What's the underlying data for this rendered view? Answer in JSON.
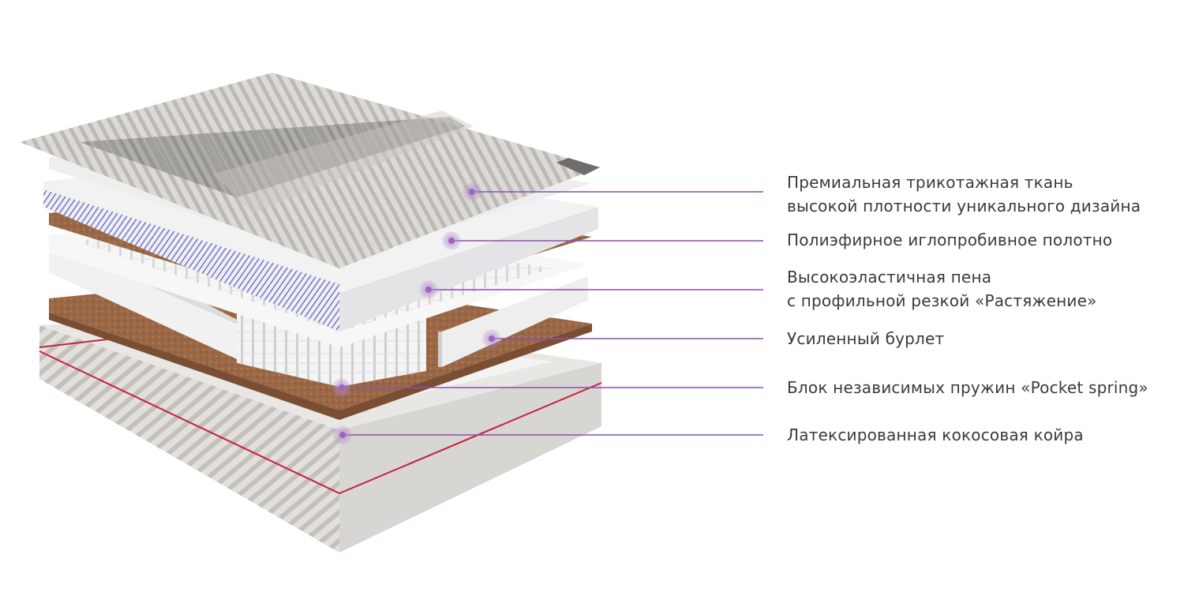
{
  "colors": {
    "accent": "#8a4fb0",
    "dot": "#b48ad0",
    "text": "#3a3a3a",
    "fabric": "#d8d6d2",
    "coir": "#9b6a47",
    "foam": "#f1f1f1",
    "red_piping": "#c8203e"
  },
  "layers": [
    {
      "id": "fabric",
      "lines": [
        "Премиальная трикотажная ткань",
        "высокой плотности уникального дизайна"
      ]
    },
    {
      "id": "needle-punched",
      "lines": [
        "Полиэфирное иглопробивное полотно"
      ]
    },
    {
      "id": "foam",
      "lines": [
        "Высокоэластичная пена",
        "с  профильной резкой «Растяжение»"
      ]
    },
    {
      "id": "border",
      "lines": [
        "Усиленный бурлет"
      ]
    },
    {
      "id": "springs",
      "lines": [
        "Блок независимых пружин «Pocket spring»"
      ]
    },
    {
      "id": "coir",
      "lines": [
        "Латексированная кокосовая койра"
      ]
    }
  ]
}
